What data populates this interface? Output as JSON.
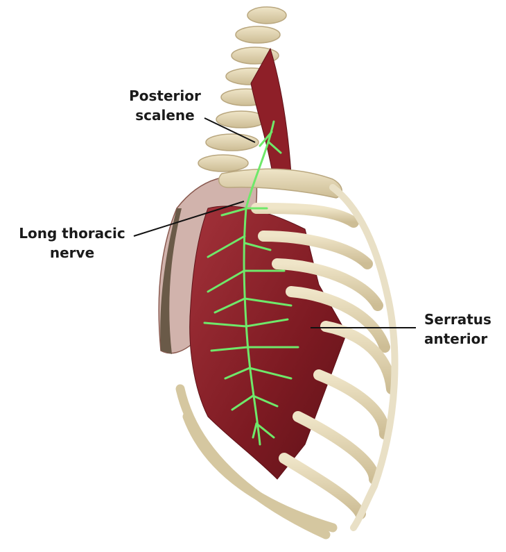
{
  "labels": {
    "posterior_scalene": [
      "Posterior",
      "scalene"
    ],
    "long_thoracic_nerve": [
      "Long thoracic",
      "nerve"
    ],
    "serratus_anterior": [
      "Serratus",
      "anterior"
    ]
  },
  "colors": {
    "bone": "#ddd0aa",
    "bone_shadow": "#bfae86",
    "muscle": "#8e1f28",
    "muscle_dark": "#5e1218",
    "nerve": "#6fe86a",
    "scapula": "#c29a90",
    "leader_line": "#111111"
  }
}
